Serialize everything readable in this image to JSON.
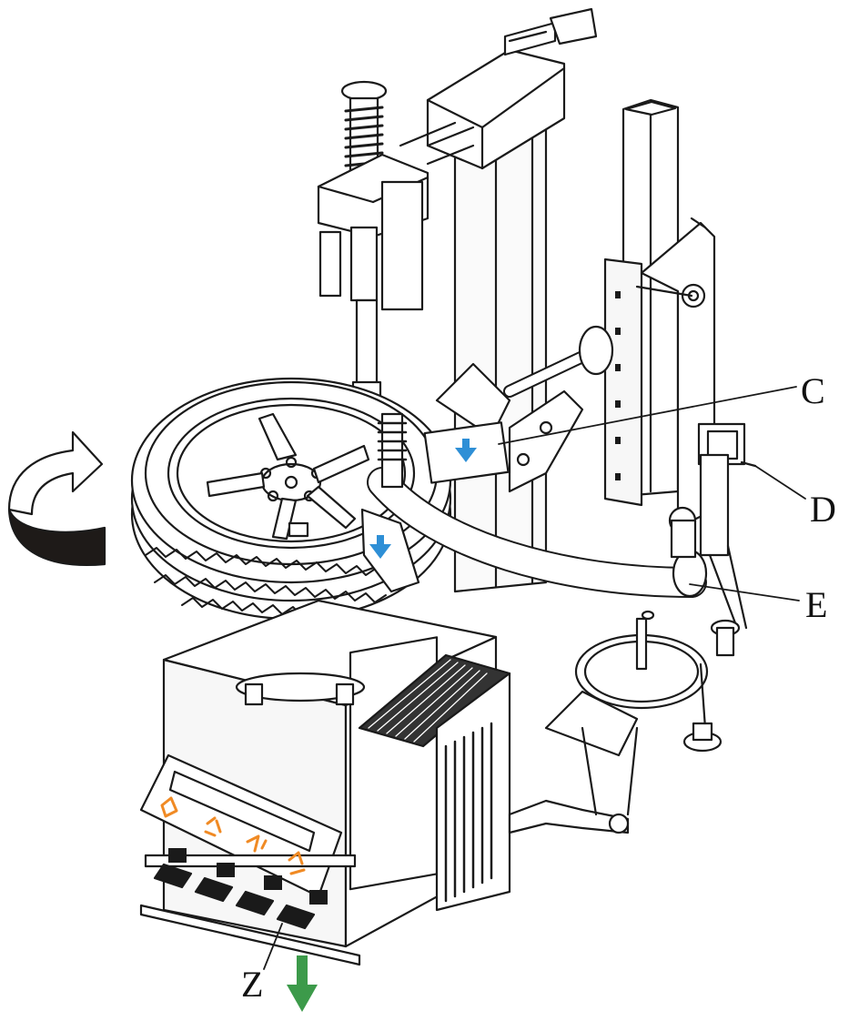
{
  "callouts": {
    "c": "C",
    "d": "D",
    "e": "E",
    "z": "Z"
  },
  "colors": {
    "line": "#1a1a1a",
    "panel": "#f4f4f4",
    "blue_arrow": "#2e8fd6",
    "green_arrow": "#3c9a4a",
    "pedal_icons": "#f08a24",
    "rotation_arrow_dark": "#1e1a18"
  },
  "icons": [
    "rotation-arrow-icon",
    "blue-down-arrow-icon",
    "green-down-arrow-icon",
    "pedal-symbol-icon"
  ]
}
